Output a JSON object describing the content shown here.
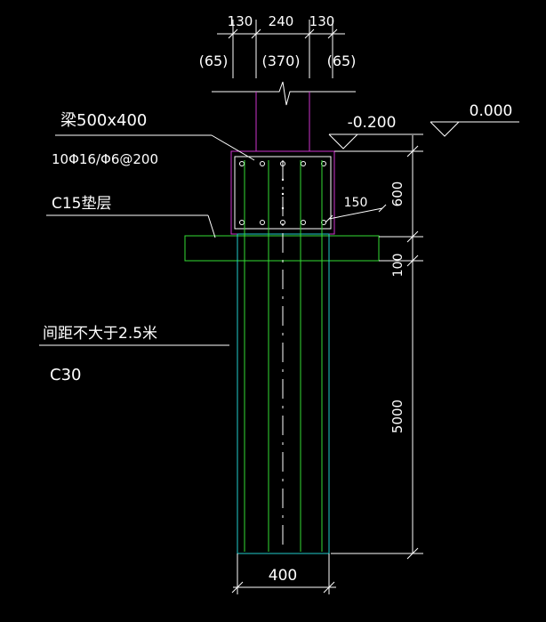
{
  "colors": {
    "background": "#000000",
    "white": "#ffffff",
    "magenta": "#cc33cc",
    "green": "#33dd33",
    "cyan": "#22cccc"
  },
  "dims_top": {
    "left": "130",
    "middle": "240",
    "right": "130",
    "left_paren": "(65)",
    "middle_paren": "(370)",
    "right_paren": "(65)"
  },
  "labels": {
    "beam": "梁500x400",
    "rebar": "10Φ16/Φ6@200",
    "cushion": "C15垫层",
    "spacing": "间距不大于2.5米",
    "concrete": "C30",
    "cover": "150"
  },
  "levels": {
    "top_of_beam": "-0.200",
    "ground": "0.000"
  },
  "dims_right": {
    "beam_height": "600",
    "cushion_height": "100",
    "pile_length": "5000"
  },
  "dims_bottom": {
    "pile_width": "400"
  }
}
